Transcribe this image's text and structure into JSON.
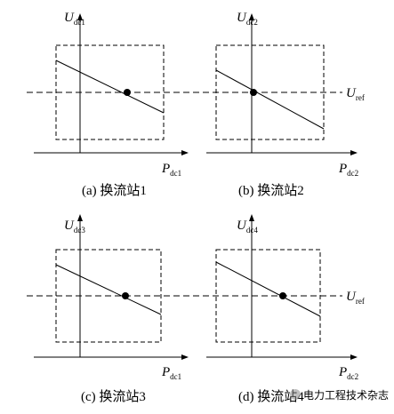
{
  "panels": [
    {
      "caption": "(a) 换流站1",
      "y_symbol": "U",
      "y_sub": "dc1",
      "x_symbol": "P",
      "x_sub": "dc1"
    },
    {
      "caption": "(b) 换流站2",
      "y_symbol": "U",
      "y_sub": "dc2",
      "x_symbol": "P",
      "x_sub": "dc2"
    },
    {
      "caption": "(c) 换流站3",
      "y_symbol": "U",
      "y_sub": "dc3",
      "x_symbol": "P",
      "x_sub": "dc1"
    },
    {
      "caption": "(d) 换流站4",
      "y_symbol": "U",
      "y_sub": "dc4",
      "x_symbol": "P",
      "x_sub": "dc2"
    }
  ],
  "ref_lines": [
    {
      "symbol": "U",
      "sub": "ref"
    },
    {
      "symbol": "U",
      "sub": "ref"
    }
  ],
  "watermark": "电力工程技术杂志"
}
